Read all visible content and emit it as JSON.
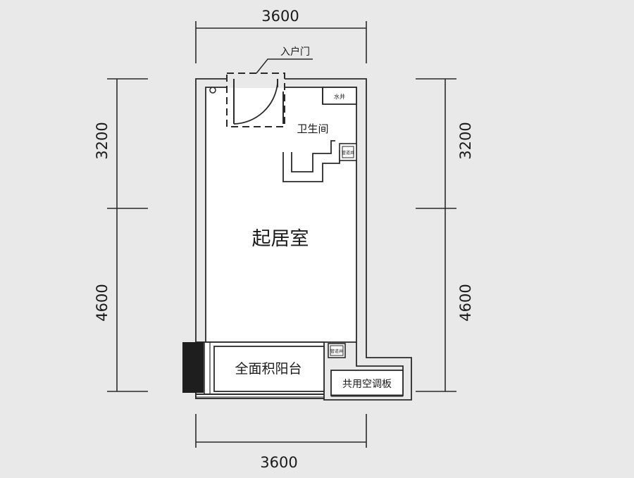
{
  "dimensions": {
    "top_width": "3600",
    "bottom_width": "3600",
    "left_upper": "3200",
    "left_lower": "4600",
    "right_upper": "3200",
    "right_lower": "4600"
  },
  "labels": {
    "entrance_door": "入户门",
    "bathroom": "卫生间",
    "living_room": "起居室",
    "balcony": "全面积阳台",
    "ac_platform": "共用空调板",
    "water_well": "水井",
    "shaft_upper": "管道井",
    "shaft_lower": "管道井"
  },
  "colors": {
    "background": "#e9e9e9",
    "line": "#2a2a2a",
    "fill": "#ffffff",
    "dark_block": "#1e1e1e"
  }
}
